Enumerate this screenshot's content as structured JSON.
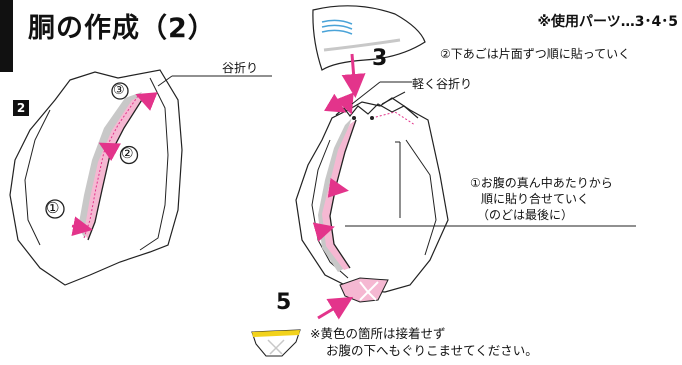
{
  "title": "胴の作成（2）",
  "parts_used": "※使用パーツ…3･4･5",
  "step_badge": "2",
  "left_fig": {
    "fold_label": "谷折り",
    "mark_1": "①",
    "mark_2": "②",
    "mark_3": "③"
  },
  "right_fig": {
    "part_3": "3",
    "part_5": "5",
    "instruction_chin": "②下あごは片面ずつ順に貼っていく",
    "light_fold": "軽く谷折り",
    "belly_line1": "①お腹の真ん中あたりから",
    "belly_line2": "順に貼り合せていく",
    "belly_line3": "（のどは最後に）"
  },
  "note": {
    "line1": "※黄色の箇所は接着せず",
    "line2": "お腹の下へもぐりこませてください。"
  },
  "colors": {
    "pink": "#e3348b",
    "pink_light": "#f5b8d2",
    "gray": "#c8c8c8",
    "yellow": "#f2d21b",
    "blue": "#4aa3d8"
  }
}
